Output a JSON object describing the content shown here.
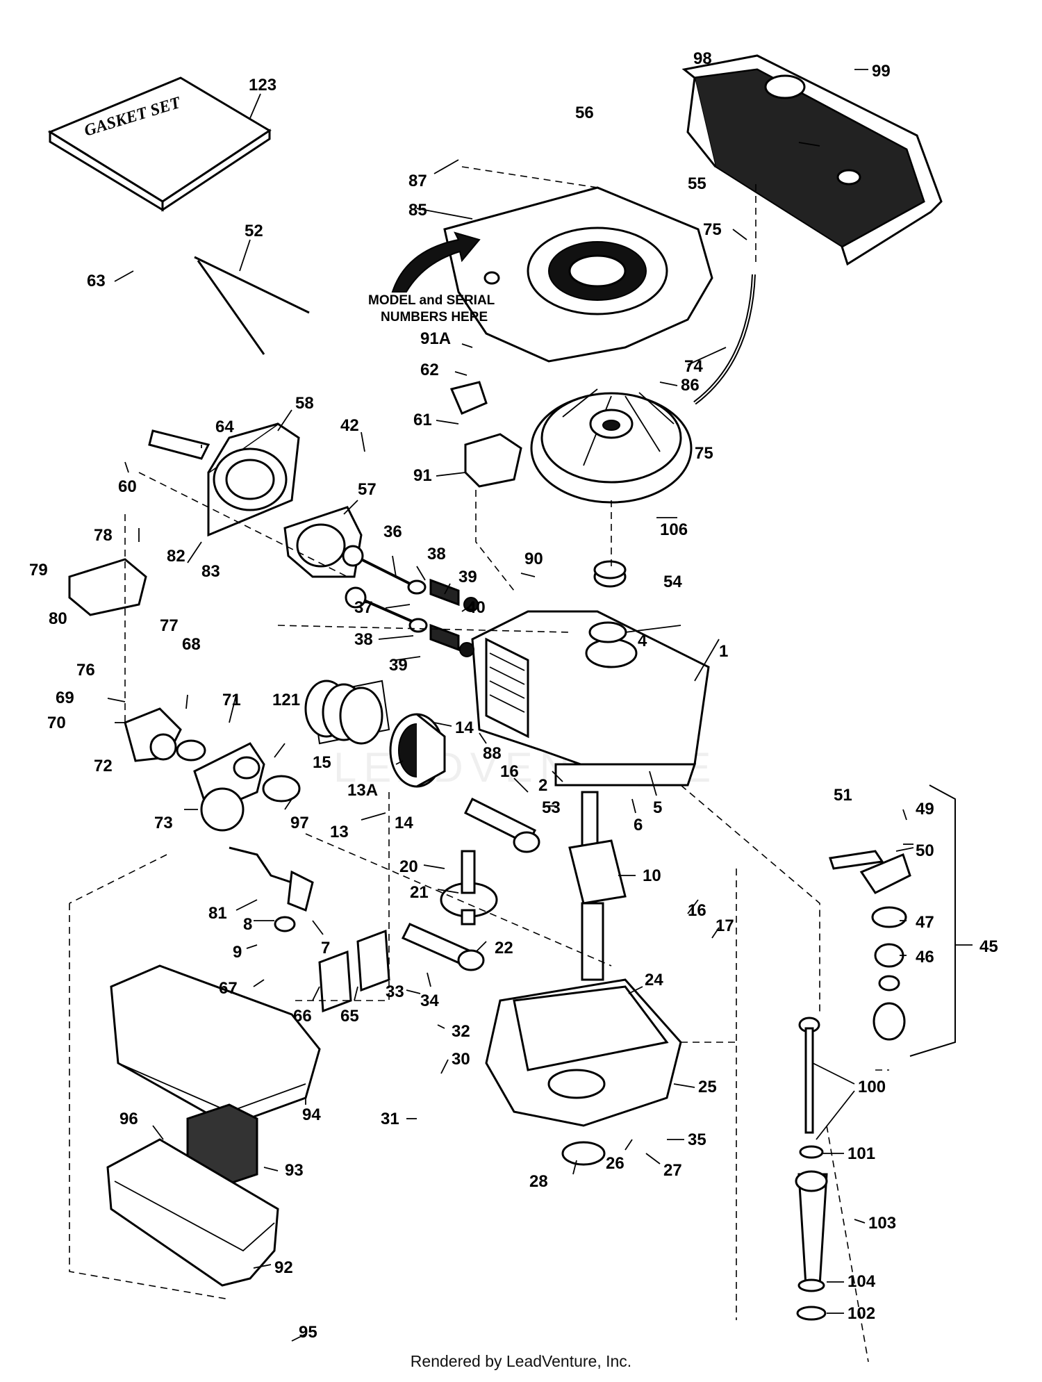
{
  "gasket_box_text": "GASKET SET",
  "note": {
    "line1": "MODEL and SERIAL",
    "line2": "NUMBERS HERE"
  },
  "watermark": "LEADVENTURE",
  "credit": "Rendered by LeadVenture, Inc.",
  "labels": {
    "p123": "123",
    "p98": "98",
    "p99": "99",
    "p56": "56",
    "p55": "55",
    "p87": "87",
    "p85": "85",
    "p75a": "75",
    "p75b": "75",
    "p52": "52",
    "p63": "63",
    "p91A": "91A",
    "p62": "62",
    "p74": "74",
    "p86": "86",
    "p61": "61",
    "p42": "42",
    "p91": "91",
    "p58": "58",
    "p64": "64",
    "p60": "60",
    "p57": "57",
    "p106": "106",
    "p36": "36",
    "p38a": "38",
    "p39a": "39",
    "p40": "40",
    "p37": "37",
    "p38b": "38",
    "p39b": "39",
    "p90": "90",
    "p54": "54",
    "p4": "4",
    "p1": "1",
    "p78": "78",
    "p82": "82",
    "p83": "83",
    "p79": "79",
    "p80": "80",
    "p77": "77",
    "p76": "76",
    "p68": "68",
    "p69": "69",
    "p70": "70",
    "p72": "72",
    "p71": "71",
    "p121": "121",
    "p15": "15",
    "p14a": "14",
    "p88": "88",
    "p13A": "13A",
    "p16a": "16",
    "p2": "2",
    "p5": "5",
    "p53": "53",
    "p6": "6",
    "p73": "73",
    "p97": "97",
    "p13": "13",
    "p14b": "14",
    "p51": "51",
    "p49": "49",
    "p50": "50",
    "p20": "20",
    "p10": "10",
    "p21": "21",
    "p81": "81",
    "p8": "8",
    "p7": "7",
    "p9": "9",
    "p22": "22",
    "p16b": "16",
    "p17": "17",
    "p47": "47",
    "p45": "45",
    "p46": "46",
    "p67": "67",
    "p66": "66",
    "p65": "65",
    "p33": "33",
    "p34": "34",
    "p24": "24",
    "p32": "32",
    "p30": "30",
    "p25": "25",
    "p100": "100",
    "p31": "31",
    "p96": "96",
    "p94": "94",
    "p93": "93",
    "p35": "35",
    "p26": "26",
    "p27": "27",
    "p28": "28",
    "p101": "101",
    "p103": "103",
    "p92": "92",
    "p104": "104",
    "p102": "102",
    "p95": "95"
  }
}
